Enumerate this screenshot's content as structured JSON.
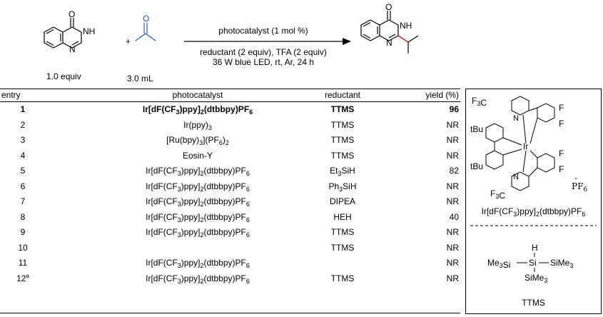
{
  "scheme": {
    "reactant1_equiv": "1.0 equiv",
    "reactant2_amount": "3.0 mL",
    "condition_above": "photocatalyst (1 mol %)",
    "condition_below_1": "reductant  (2 equiv), TFA (2 equiv)",
    "condition_below_2": "36 W blue LED, rt, Ar, 24 h",
    "atom_O": "O",
    "atom_NH": "NH",
    "atom_N": "N",
    "plus": "+"
  },
  "table": {
    "headers": {
      "entry": "entry",
      "photocatalyst": "photocatalyst",
      "reductant": "reductant",
      "yield": "yield (%)"
    },
    "rows": [
      {
        "entry": "1",
        "photocatalyst": "Ir[dF(CF3)ppy]2(dtbbpy)PF6",
        "reductant": "TTMS",
        "yield": "96",
        "bold": true
      },
      {
        "entry": "2",
        "photocatalyst": "Ir(ppy)3",
        "reductant": "TTMS",
        "yield": "NR"
      },
      {
        "entry": "3",
        "photocatalyst": "[Ru(bpy)3](PF6)2",
        "reductant": "TTMS",
        "yield": "NR"
      },
      {
        "entry": "4",
        "photocatalyst": "Eosin-Y",
        "reductant": "TTMS",
        "yield": "NR"
      },
      {
        "entry": "5",
        "photocatalyst": "Ir[dF(CF3)ppy]2(dtbbpy)PF6",
        "reductant": "Et3SiH",
        "yield": "82"
      },
      {
        "entry": "6",
        "photocatalyst": "Ir[dF(CF3)ppy]2(dtbbpy)PF6",
        "reductant": "Ph3SiH",
        "yield": "NR"
      },
      {
        "entry": "7",
        "photocatalyst": "Ir[dF(CF3)ppy]2(dtbbpy)PF6",
        "reductant": "DIPEA",
        "yield": "NR"
      },
      {
        "entry": "8",
        "photocatalyst": "Ir[dF(CF3)ppy]2(dtbbpy)PF6",
        "reductant": "HEH",
        "yield": "40"
      },
      {
        "entry": "9",
        "photocatalyst": "Ir[dF(CF3)ppy]2(dtbbpy)PF6",
        "reductant": "TTMS",
        "yield": "NR"
      },
      {
        "entry": "10",
        "photocatalyst": "",
        "reductant": "TTMS",
        "yield": "NR"
      },
      {
        "entry": "11",
        "photocatalyst": "Ir[dF(CF3)ppy]2(dtbbpy)PF6",
        "reductant": "",
        "yield": "NR"
      },
      {
        "entry": "12",
        "entry_sup": "a",
        "photocatalyst": "Ir[dF(CF3)ppy]2(dtbbpy)PF6",
        "reductant": "TTMS",
        "yield": "NR"
      }
    ]
  },
  "sidebox": {
    "catalyst_name": "Ir[dF(CF3)ppy]2(dtbbpy)PF6",
    "catalyst_labels": {
      "cf3_top": "F3C",
      "cf3_bottom": "F3C",
      "tbu_top": "tBu",
      "tbu_bottom": "tBu",
      "f": "F",
      "n": "N",
      "ir": "Ir",
      "pf6": "PF6"
    },
    "ttms_labels": {
      "h": "H",
      "si": "Si",
      "left": "Me3Si",
      "right": "SiMe3",
      "bottom": "SiMe3"
    },
    "reagent_name": "TTMS"
  },
  "colors": {
    "acetone": "#2b4fd8",
    "new_bond": "#e02020",
    "text": "#000000"
  }
}
